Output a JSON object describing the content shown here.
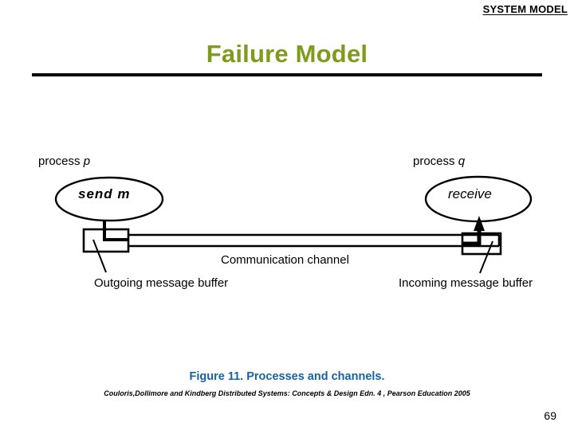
{
  "slide": {
    "header": "SYSTEM MODEL",
    "title": "Failure Model",
    "page_number": "69"
  },
  "figure": {
    "caption": "Figure 11. Processes and channels.",
    "citation": "Couloris,Dollimore and Kindberg  Distributed Systems: Concepts & Design  Edn. 4 , Pearson Education 2005",
    "labels": {
      "process_p_prefix": "process ",
      "process_p_var": "p",
      "process_q_prefix": "process ",
      "process_q_var": "q",
      "send": "send  m",
      "receive": "receive",
      "channel": "Communication channel",
      "outgoing_buffer": "Outgoing message buffer",
      "incoming_buffer": "Incoming message buffer"
    }
  },
  "colors": {
    "title": "#7f9b1b",
    "caption": "#1464a5",
    "ink": "#000000",
    "background": "#ffffff"
  }
}
